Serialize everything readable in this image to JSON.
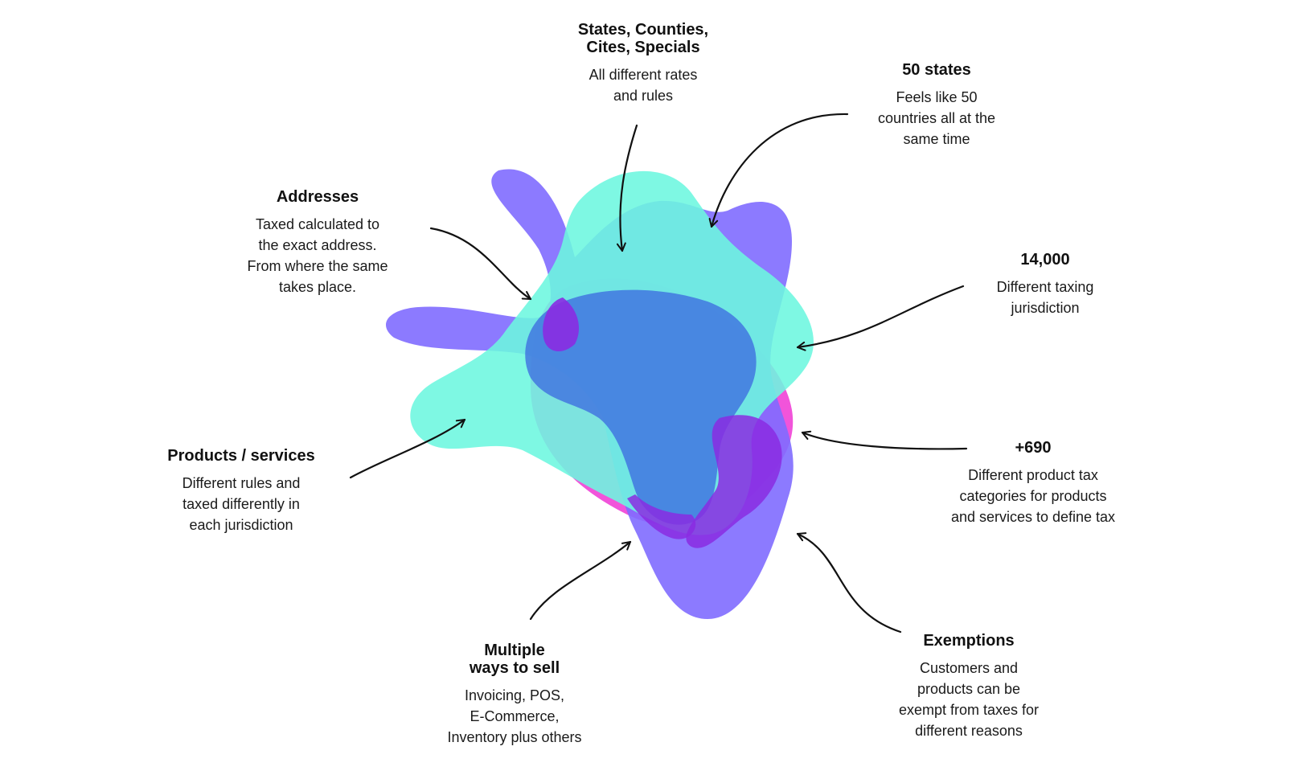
{
  "colors": {
    "purple": "#7f6cff",
    "teal": "#6cf7df",
    "pink": "#f04bd8",
    "violet": "#8a2be2",
    "arrow": "#111111"
  },
  "callouts": {
    "states_counties": {
      "title": "States, Counties,\nCites, Specials",
      "desc": "All different rates\nand rules"
    },
    "fifty_states": {
      "title": "50 states",
      "desc": "Feels like 50\ncountries all at the\nsame time"
    },
    "addresses": {
      "title": "Addresses",
      "desc": "Taxed calculated to\nthe exact address.\nFrom where the same\ntakes place."
    },
    "jurisdictions": {
      "title": "14,000",
      "desc": "Different taxing\njurisdiction"
    },
    "products_services": {
      "title": "Products / services",
      "desc": "Different rules and\ntaxed differently in\neach jurisdiction"
    },
    "product_categories": {
      "title": "+690",
      "desc": "Different product tax\ncategories for products\nand services to define tax"
    },
    "ways_to_sell": {
      "title": "Multiple\nways to sell",
      "desc": "Invoicing, POS,\nE-Commerce,\nInventory plus others"
    },
    "exemptions": {
      "title": "Exemptions",
      "desc": "Customers and\nproducts can be\nexempt from taxes for\ndifferent reasons"
    }
  }
}
